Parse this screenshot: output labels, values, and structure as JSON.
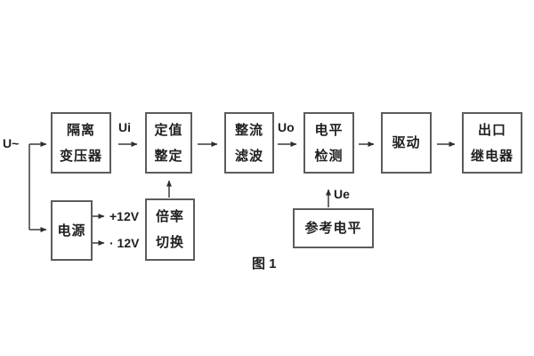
{
  "diagram": {
    "caption": "图 1",
    "labels": {
      "input": "U~",
      "ui": "Ui",
      "uo": "Uo",
      "ue": "Ue",
      "plus12v": "+12V",
      "minus12v": "· 12V"
    },
    "blocks": {
      "isolation_transformer": {
        "line1": "隔离",
        "line2": "变压器"
      },
      "setpoint_adjust": {
        "line1": "定值",
        "line2": "整定"
      },
      "rectifier_filter": {
        "line1": "整流",
        "line2": "滤波"
      },
      "level_detector": {
        "line1": "电平",
        "line2": "检测"
      },
      "driver": {
        "line1": "驱动"
      },
      "output_relay": {
        "line1": "出口",
        "line2": "继电器"
      },
      "power_supply": {
        "line1": "电源"
      },
      "ratio_switch": {
        "line1": "倍率",
        "line2": "切换"
      },
      "reference_level": {
        "line1": "参考电平"
      }
    },
    "colors": {
      "background": "#ffffff",
      "box_border": "#5c5c5c",
      "wire": "#3c3c3c",
      "text": "#1f1f1f"
    }
  }
}
